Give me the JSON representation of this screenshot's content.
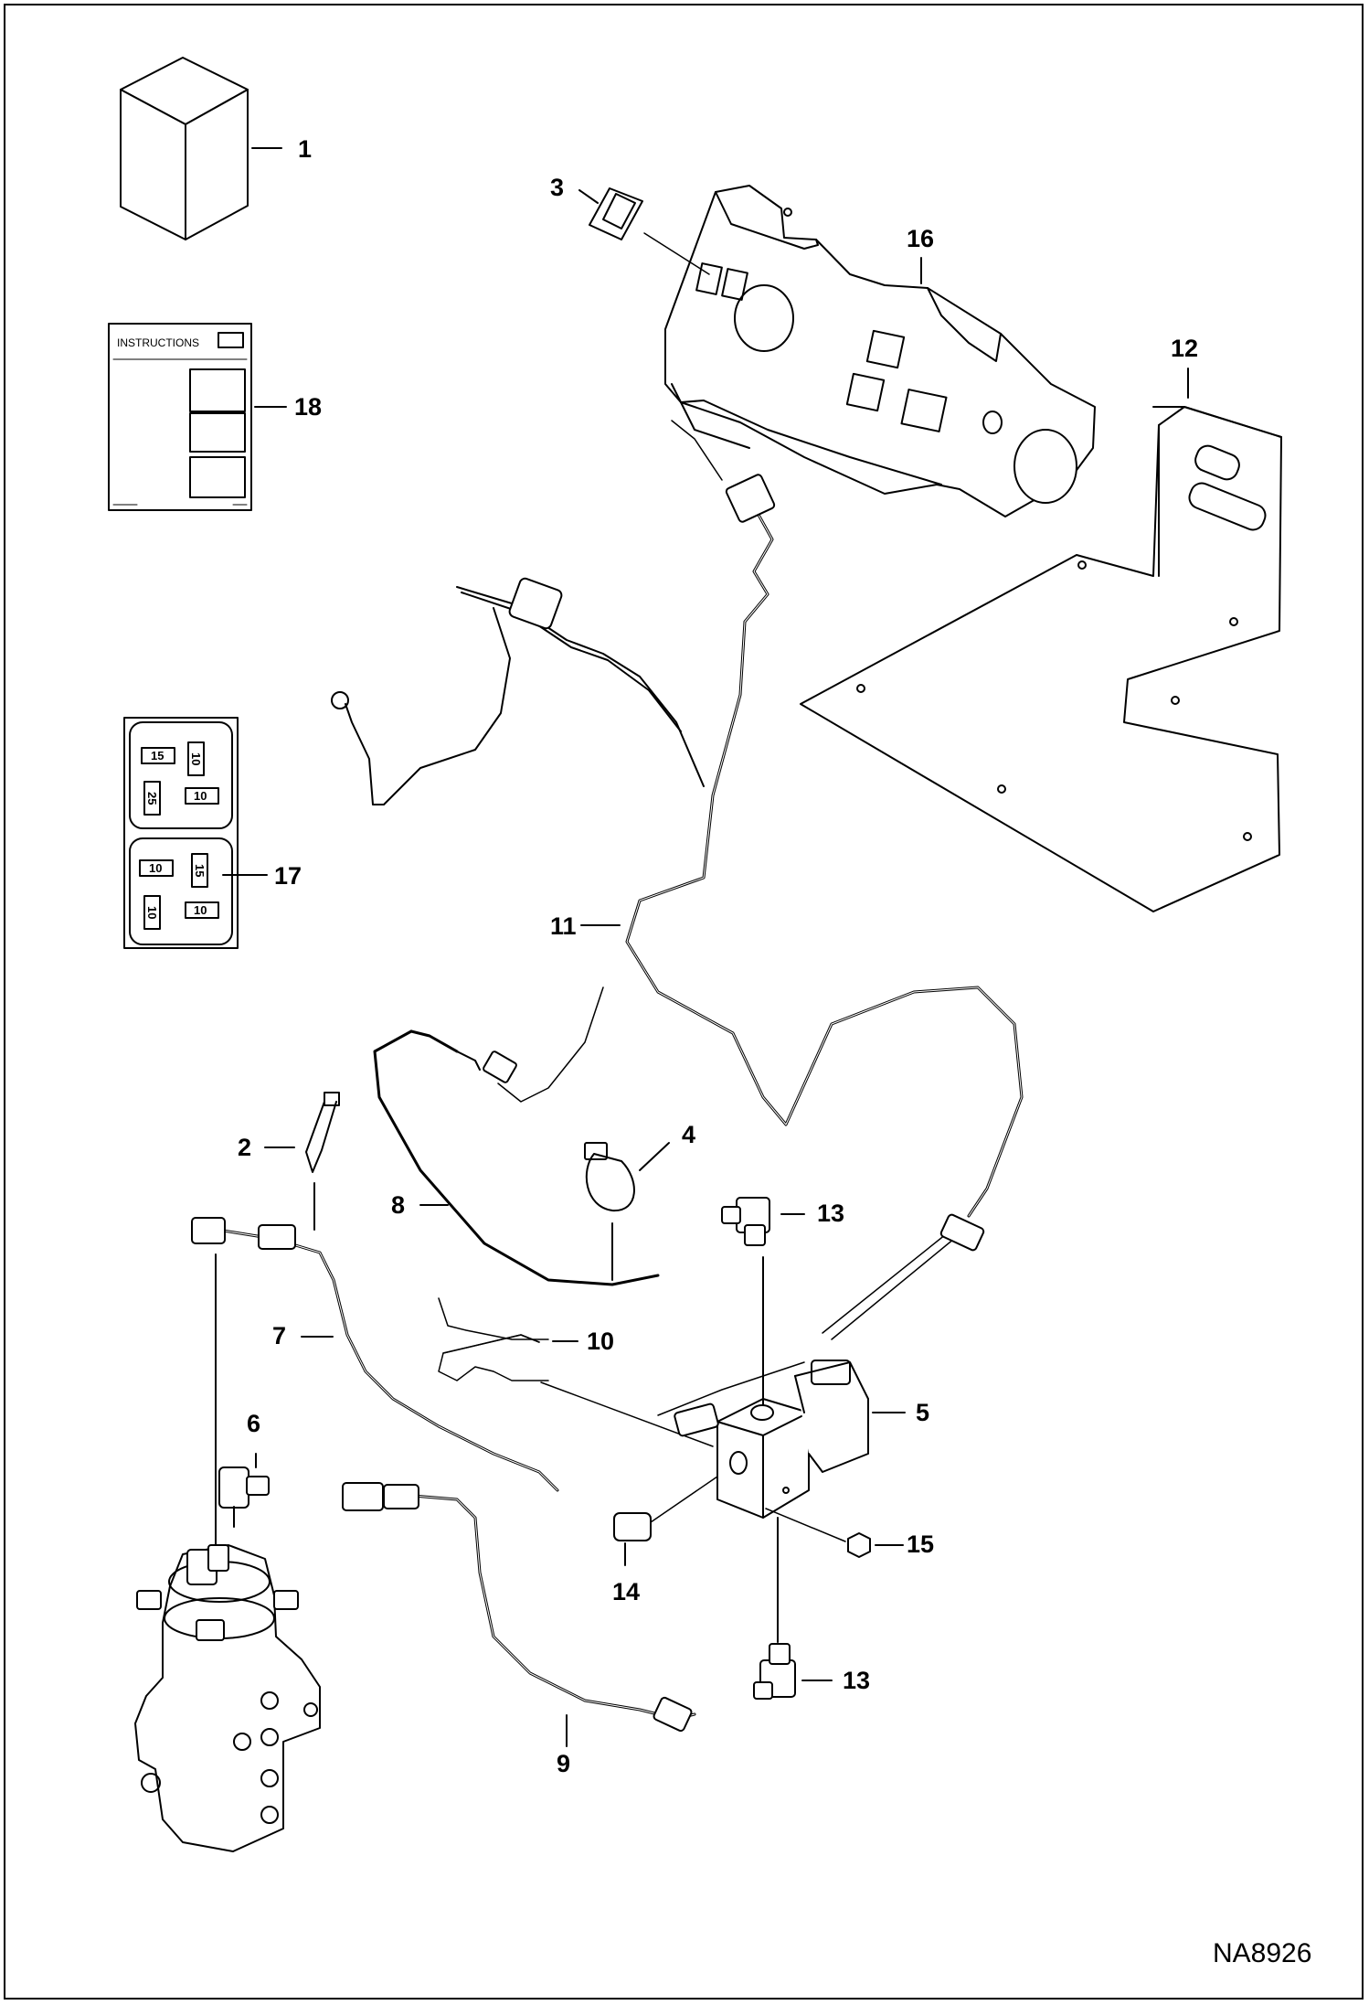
{
  "drawing_ref": "NA8926",
  "instructions_label": "INSTRUCTIONS",
  "fuse_labels": {
    "top_a": "15",
    "top_b": "10",
    "top_c": "25",
    "top_d": "10",
    "bot_a": "10",
    "bot_b": "15",
    "bot_c": "10",
    "bot_d": "10"
  },
  "callouts": [
    {
      "id": "c1",
      "label": "1"
    },
    {
      "id": "c3",
      "label": "3"
    },
    {
      "id": "c16",
      "label": "16"
    },
    {
      "id": "c12",
      "label": "12"
    },
    {
      "id": "c18",
      "label": "18"
    },
    {
      "id": "c17",
      "label": "17"
    },
    {
      "id": "c11",
      "label": "11"
    },
    {
      "id": "c2",
      "label": "2"
    },
    {
      "id": "c4",
      "label": "4"
    },
    {
      "id": "c8",
      "label": "8"
    },
    {
      "id": "c13a",
      "label": "13"
    },
    {
      "id": "c7",
      "label": "7"
    },
    {
      "id": "c10",
      "label": "10"
    },
    {
      "id": "c5",
      "label": "5"
    },
    {
      "id": "c6",
      "label": "6"
    },
    {
      "id": "c15",
      "label": "15"
    },
    {
      "id": "c14",
      "label": "14"
    },
    {
      "id": "c13b",
      "label": "13"
    },
    {
      "id": "c9",
      "label": "9"
    }
  ]
}
